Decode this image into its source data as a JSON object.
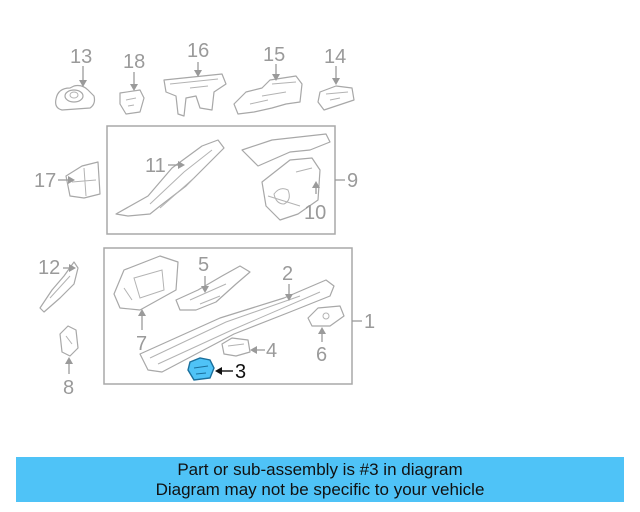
{
  "diagram": {
    "callouts": {
      "c1": "1",
      "c2": "2",
      "c3": "3",
      "c4": "4",
      "c5": "5",
      "c6": "6",
      "c7": "7",
      "c8": "8",
      "c9": "9",
      "c10": "10",
      "c11": "11",
      "c12": "12",
      "c13": "13",
      "c14": "14",
      "c15": "15",
      "c16": "16",
      "c17": "17",
      "c18": "18"
    },
    "highlighted_part": "3",
    "highlight_color": "#4fc3f7"
  },
  "banner": {
    "line1": "Part or sub-assembly is #3 in diagram",
    "line2": "Diagram may not be specific to your vehicle",
    "background": "#4fc3f7"
  }
}
